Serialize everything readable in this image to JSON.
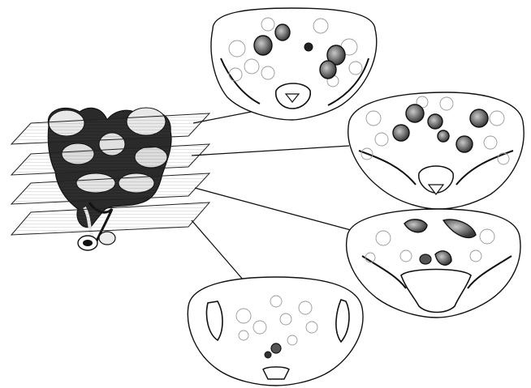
{
  "figure": {
    "colors": {
      "ink": "#111111",
      "dark_fill": "#1a1a1a",
      "mid_gray": "#8a8a8a",
      "light_gray": "#d8d8d8",
      "paper": "#ffffff"
    },
    "slice_count": 4,
    "sections": [
      {
        "name": "section-upper"
      },
      {
        "name": "section-mid-upper"
      },
      {
        "name": "section-mid-lower"
      },
      {
        "name": "section-lower"
      }
    ]
  }
}
